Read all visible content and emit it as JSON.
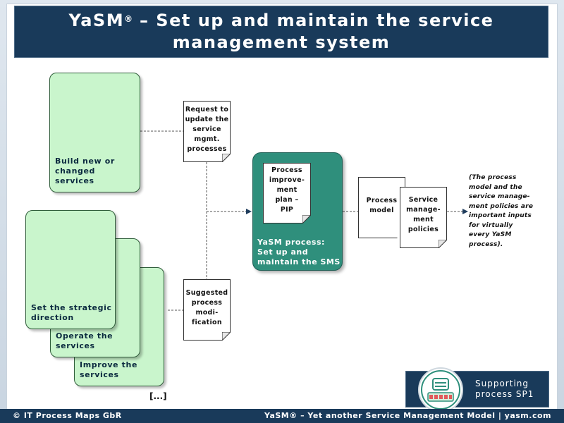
{
  "title": {
    "text": "YaSM",
    "reg": "®",
    "rest": " – Set up and maintain the service management system"
  },
  "inputs": {
    "build": "Build new or changed services",
    "strategic": "Set the strategic direction",
    "operate": "Operate the services",
    "improve": "Improve the services"
  },
  "documents": {
    "request": [
      "Request to",
      "update the",
      "service",
      "mgmt.",
      "processes"
    ],
    "suggested": [
      "Suggested",
      "process",
      "modi-",
      "fication"
    ],
    "pip": [
      "Process",
      "improve-",
      "ment",
      "plan –",
      "PIP"
    ],
    "process_model": [
      "Process",
      "model"
    ],
    "policies": [
      "Service",
      "manage-",
      "ment",
      "policies"
    ]
  },
  "process": {
    "label": [
      "YaSM process:",
      "Set up and",
      "maintain the SMS"
    ]
  },
  "note": [
    "(The process",
    "model and the",
    "service manage-",
    "ment policies  are",
    "important  inputs",
    "for virtually",
    "every YaSM",
    "process)."
  ],
  "ellipsis": "[...]",
  "support": [
    "Supporting",
    "process SP1"
  ],
  "footer": {
    "left": "© IT Process Maps GbR",
    "right": "YaSM® – Yet another Service Management Model | yasm.com"
  },
  "colors": {
    "navy": "#193a5a",
    "card_green": "#c9f5cc",
    "process_teal": "#2f8f7c"
  }
}
